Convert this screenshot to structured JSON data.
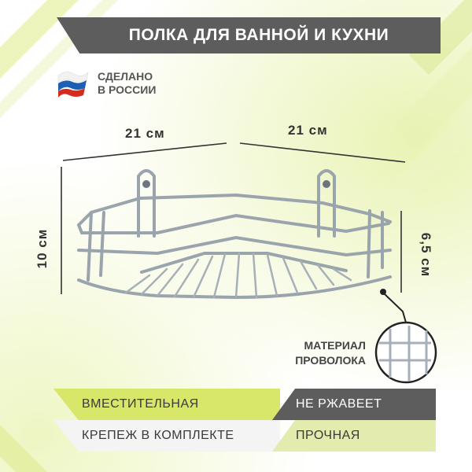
{
  "title": "ПОЛКА ДЛЯ ВАННОЙ И КУХНИ",
  "made_in": {
    "line1": "СДЕЛАНО",
    "line2": "В РОССИИ",
    "flag_colors": [
      "#ffffff",
      "#1d5fb4",
      "#d52b1e"
    ]
  },
  "dimensions": {
    "width_left": "21 см",
    "width_right": "21 см",
    "height_total": "10 см",
    "height_rail": "6,5 см"
  },
  "material": {
    "line1": "МАТЕРИАЛ",
    "line2": "ПРОВОЛОКА"
  },
  "features": [
    {
      "label": "ВМЕСТИТЕЛЬНАЯ"
    },
    {
      "label": "НЕ РЖАВЕЕТ"
    },
    {
      "label": "КРЕПЕЖ В КОМПЛЕКТЕ"
    },
    {
      "label": "ПРОЧНАЯ"
    }
  ],
  "colors": {
    "accent": "#d8e66a",
    "dark": "#5d5d5d",
    "chrome": "#9aa4ad"
  }
}
